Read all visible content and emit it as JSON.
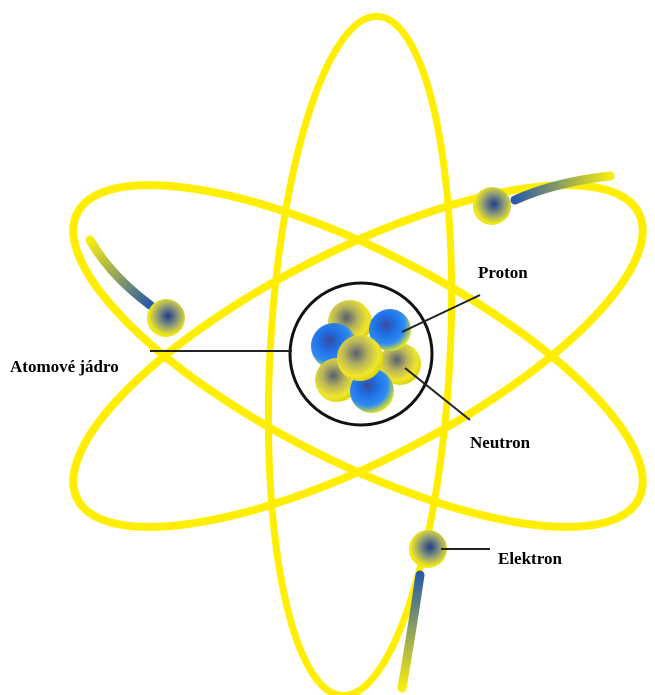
{
  "labels": {
    "nucleus": "Atomové jádro",
    "proton": "Proton",
    "neutron": "Neutron",
    "electron": "Elektron"
  },
  "colors": {
    "orbit": "#ffee00",
    "trail": "#2f5f9f",
    "proton": "#1a6fe0",
    "neutron": "#f6ee00",
    "outline": "#111111",
    "leader": "#222222"
  }
}
